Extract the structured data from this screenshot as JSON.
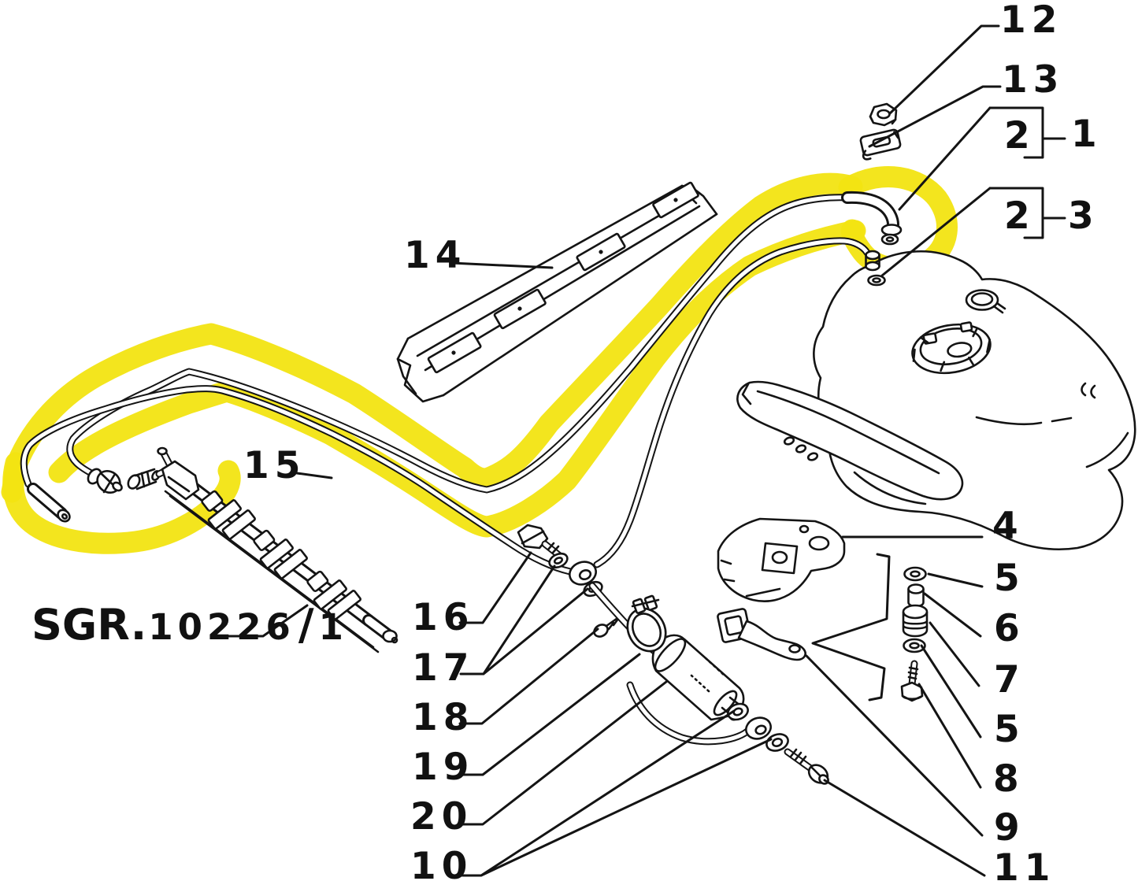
{
  "figure": {
    "type": "exploded-parts-diagram",
    "subject": "fuel-lines-tank-filter-assembly",
    "assembly_code": {
      "prefix": "SGR.",
      "number": "10226",
      "separator": "/",
      "revision": "1"
    },
    "colors": {
      "highlight": "#f2e412",
      "line": "#141414",
      "background": "#ffffff"
    },
    "callouts": {
      "k12": "12",
      "k13": "13",
      "k2a": "2",
      "k1": "1",
      "k2b": "2",
      "k3": "3",
      "k14": "14",
      "k15": "15",
      "k16": "16",
      "k17": "17",
      "k18": "18",
      "k19": "19",
      "k20": "20",
      "k10": "10",
      "k4": "4",
      "k5a": "5",
      "k6": "6",
      "k7": "7",
      "k5b": "5",
      "k8": "8",
      "k9": "9",
      "k11": "11"
    },
    "groups": [
      {
        "member": "2",
        "assembly": "1"
      },
      {
        "member": "2",
        "assembly": "3"
      }
    ]
  }
}
